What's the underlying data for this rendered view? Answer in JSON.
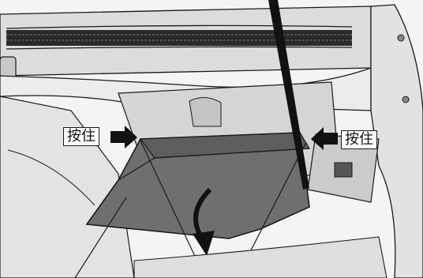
{
  "callouts": {
    "left": "按住",
    "right": "按住"
  },
  "colors": {
    "line": "#1a1a1a",
    "panel_light": "#e9e9e9",
    "panel_mid": "#cfcfcf",
    "panel_dark": "#8a8a8a",
    "glovebox_fill": "#6f6f6f",
    "glovebox_top": "#5e5e5e",
    "grille": "#2a2a2a"
  },
  "icons": {
    "arrow": "solid-black-arrow",
    "rotate": "curved-down-arrow"
  }
}
